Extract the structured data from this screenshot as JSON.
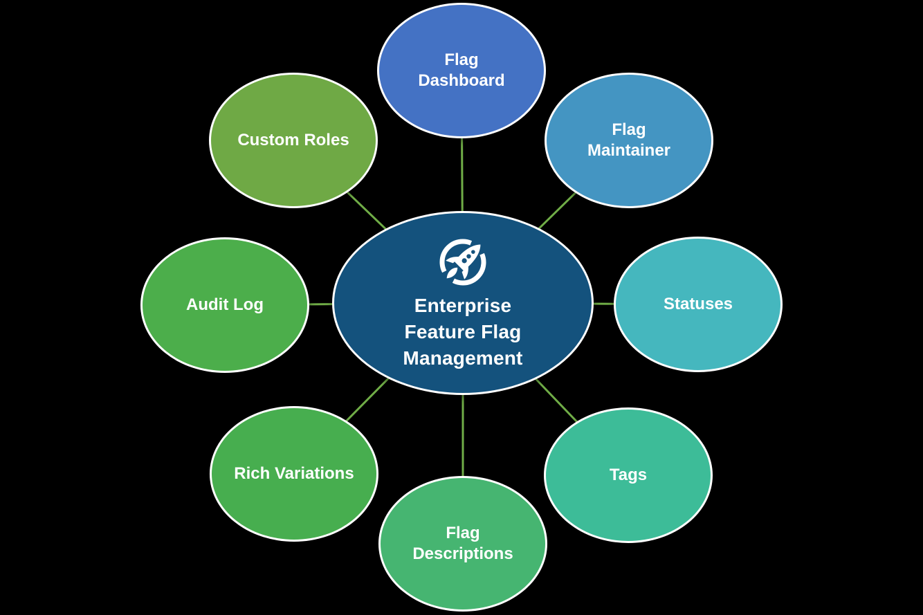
{
  "diagram": {
    "background_color": "#000000",
    "connector_color": "#70AD47",
    "node_border_color": "#FFFFFF",
    "text_color": "#FFFFFF",
    "center_node": {
      "label": "Enterprise\nFeature Flag\nManagement",
      "fill_color": "#14527D",
      "icon": "rocket-launch-icon"
    },
    "nodes": [
      {
        "label": "Flag\nDashboard",
        "fill_color": "#4472C4"
      },
      {
        "label": "Flag\nMaintainer",
        "fill_color": "#4495C2"
      },
      {
        "label": "Statuses",
        "fill_color": "#45B7BE"
      },
      {
        "label": "Tags",
        "fill_color": "#3DBC98"
      },
      {
        "label": "Flag\nDescriptions",
        "fill_color": "#46B571"
      },
      {
        "label": "Rich Variations",
        "fill_color": "#47AE4F"
      },
      {
        "label": "Audit Log",
        "fill_color": "#4CAE4B"
      },
      {
        "label": "Custom Roles",
        "fill_color": "#6FA945"
      }
    ]
  }
}
